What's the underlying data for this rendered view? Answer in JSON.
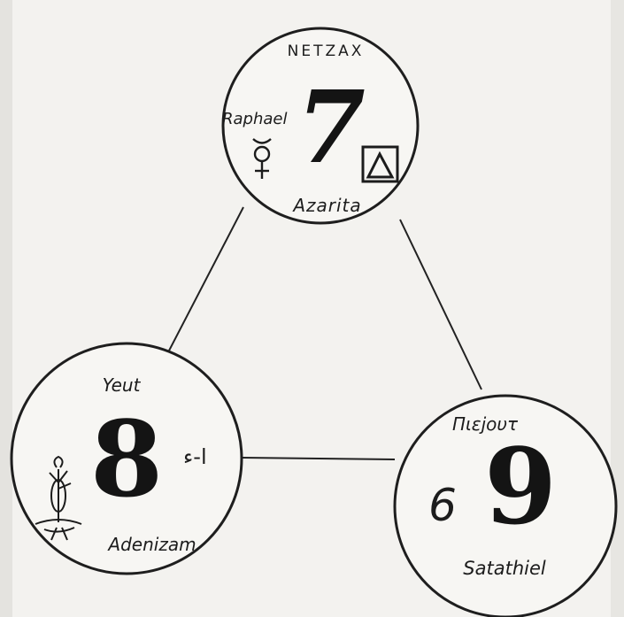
{
  "diagram": {
    "top": {
      "header": "NETZAX",
      "number": "7",
      "left_name": "Raphael",
      "bottom_name": "Azarita",
      "icons": [
        "mercury-icon",
        "triangle-in-square-icon"
      ]
    },
    "left": {
      "header": "Yeut",
      "number": "8",
      "right_mark": "ﺍ-ﺀ",
      "bottom_name": "Adenizam",
      "icons": [
        "plant-sigil-icon"
      ]
    },
    "right": {
      "header": "Πιεjουτ",
      "number": "9",
      "left_mark": "6",
      "bottom_name": "Satathiel"
    }
  }
}
